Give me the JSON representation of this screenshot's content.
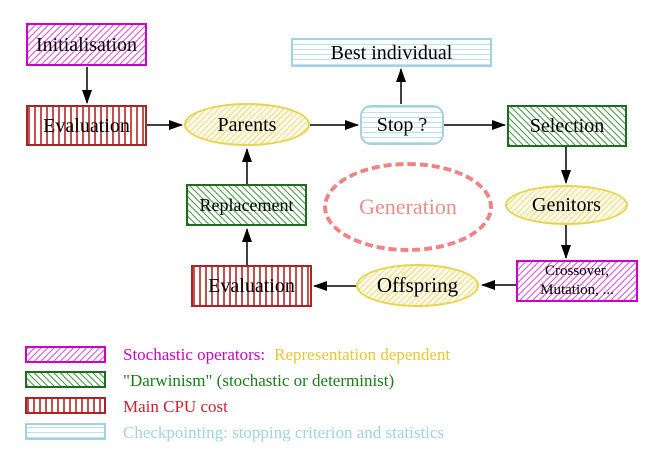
{
  "nodes": {
    "initialisation": {
      "label": "Initialisation"
    },
    "evaluation_top": {
      "label": "Evaluation"
    },
    "parents": {
      "label": "Parents"
    },
    "best_individual": {
      "label": "Best individual"
    },
    "stop": {
      "label": "Stop ?"
    },
    "selection": {
      "label": "Selection"
    },
    "replacement": {
      "label": "Replacement"
    },
    "generation": {
      "label": "Generation"
    },
    "genitors": {
      "label": "Genitors"
    },
    "evaluation_bottom": {
      "label": "Evaluation"
    },
    "offspring": {
      "label": "Offspring"
    },
    "crossover_mutation": {
      "line1": "Crossover,",
      "line2": "Mutation, ..."
    }
  },
  "legend": {
    "rows": [
      {
        "swatch": "magenta-diagonal-hatch",
        "label": "Stochastic operators:",
        "label2": "Representation dependent"
      },
      {
        "swatch": "green-diagonal-hatch",
        "label": "\"Darwinism\" (stochastic or determinist)"
      },
      {
        "swatch": "red-vertical-stripes",
        "label": "Main CPU cost"
      },
      {
        "swatch": "cyan-horizontal-stripes",
        "label": "Checkpointing: stopping criterion and statistics"
      }
    ]
  },
  "colors": {
    "magenta": "#cc00cc",
    "green": "#1c6e1c",
    "red": "#aa2424",
    "cyan": "#a3d2e2",
    "yellow": "#e8d44e",
    "gold_text": "#e8c832",
    "salmon": "#ee8484",
    "crimson_text": "#cc2233",
    "arrow": "#000000"
  }
}
